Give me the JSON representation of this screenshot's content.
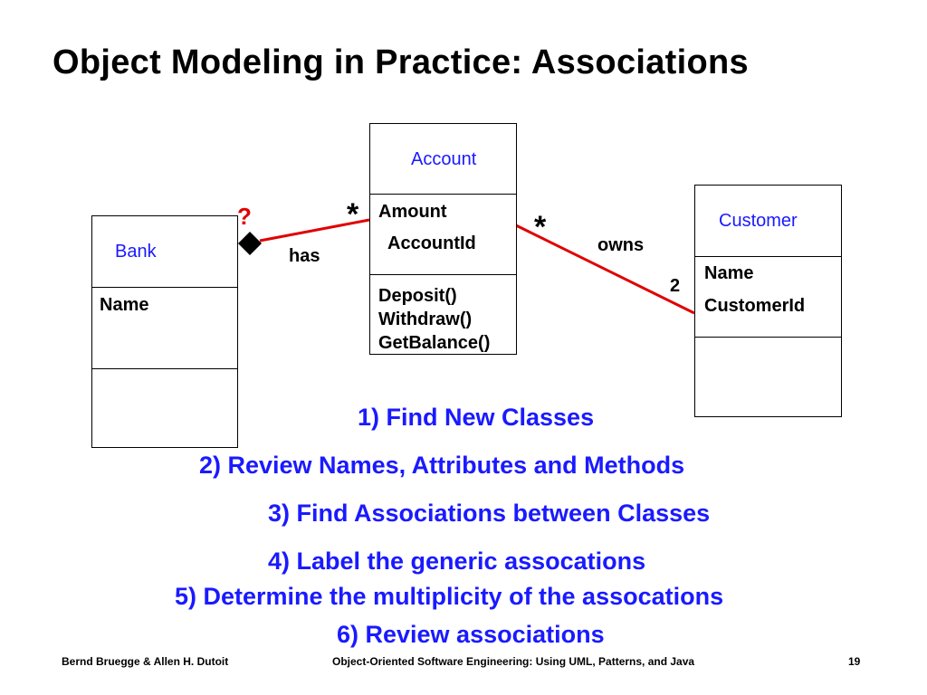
{
  "title": "Object Modeling in Practice: Associations",
  "classes": {
    "account": {
      "name": "Account",
      "attributes": [
        "Amount",
        "AccountId"
      ],
      "methods": [
        "Deposit()",
        "Withdraw()",
        "GetBalance()"
      ]
    },
    "customer": {
      "name": "Customer",
      "attributes": [
        "Name",
        "CustomerId"
      ],
      "methods": []
    },
    "bank": {
      "name": "Bank",
      "attributes": [
        "Name"
      ],
      "methods": []
    }
  },
  "associations": {
    "bank_account": {
      "label": "has",
      "bank_end": "?",
      "account_end": "*",
      "color": "#e00000"
    },
    "account_customer": {
      "label": "owns",
      "account_end": "*",
      "customer_end": "2",
      "color": "#e00000"
    }
  },
  "steps": [
    "1) Find New Classes",
    "2) Review Names, Attributes and Methods",
    "3) Find Associations between Classes",
    "4) Label the generic assocations",
    "5) Determine the multiplicity of the assocations",
    "6) Review associations"
  ],
  "footer": {
    "authors": "Bernd Bruegge & Allen H. Dutoit",
    "book": "Object-Oriented Software Engineering: Using UML, Patterns, and Java",
    "page": "19"
  },
  "colors": {
    "accent_blue": "#1a1aff",
    "association_red": "#e00000"
  }
}
